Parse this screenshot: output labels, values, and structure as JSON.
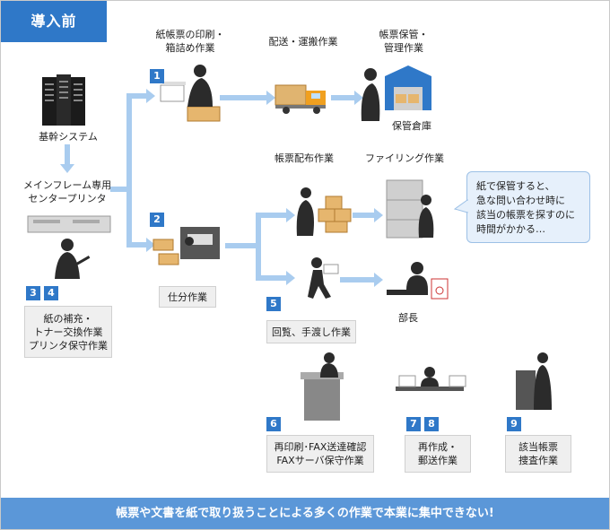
{
  "title": "導入前",
  "nodes": {
    "core_system": "基幹システム",
    "center_printer": "メインフレーム専用\nセンタープリンタ",
    "print_pack": "紙帳票の印刷・\n箱詰め作業",
    "delivery": "配送・運搬作業",
    "storage_mgmt": "帳票保管・\n管理作業",
    "warehouse": "保管倉庫",
    "distribution": "帳票配布作業",
    "filing": "ファイリング作業",
    "sorting": "仕分作業",
    "circulate": "回覧、手渡し作業",
    "manager": "部長"
  },
  "tasks": [
    {
      "nums": [
        "3",
        "4"
      ],
      "label": "紙の補充・\nトナー交換作業\nプリンタ保守作業"
    },
    {
      "nums": [
        "6"
      ],
      "label": "再印刷･FAX送達確認\nFAXサーバ保守作業"
    },
    {
      "nums": [
        "7",
        "8"
      ],
      "label": "再作成・\n郵送作業"
    },
    {
      "nums": [
        "9"
      ],
      "label": "該当帳票\n捜査作業"
    }
  ],
  "step_numbers": {
    "n1": "1",
    "n2": "2",
    "n5": "5"
  },
  "speech_text": "紙で保管すると、\n急な問い合わせ時に\n該当の帳票を探すのに\n時間がかかる…",
  "footer": "帳票や文書を紙で取り扱うことによる多くの作業で本業に集中できない!",
  "colors": {
    "accent": "#2f78c8",
    "arrow": "#a9ccef",
    "footer": "#5b97d8",
    "box": "#efefef"
  }
}
